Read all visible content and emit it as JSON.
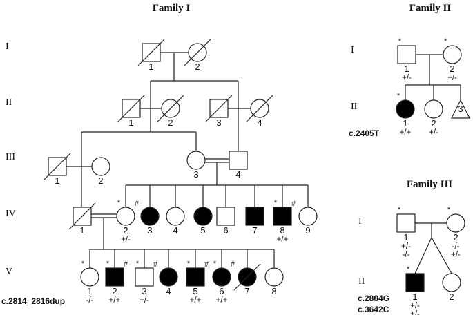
{
  "families": [
    {
      "title": "Family I",
      "generations": [
        "I",
        "II",
        "III",
        "IV",
        "V"
      ],
      "mutation": "c.2814_2816dup",
      "individuals": [
        {
          "gen": "I",
          "num": "1",
          "sex": "male",
          "affected": false,
          "deceased": true,
          "genotype": "",
          "genotype2": "",
          "sequenced": false,
          "hash": false
        },
        {
          "gen": "I",
          "num": "2",
          "sex": "female",
          "affected": false,
          "deceased": true,
          "genotype": "",
          "genotype2": "",
          "sequenced": false,
          "hash": false
        },
        {
          "gen": "II",
          "num": "1",
          "sex": "male",
          "affected": false,
          "deceased": true,
          "genotype": "",
          "genotype2": "",
          "sequenced": false,
          "hash": false
        },
        {
          "gen": "II",
          "num": "2",
          "sex": "female",
          "affected": false,
          "deceased": true,
          "genotype": "",
          "genotype2": "",
          "sequenced": false,
          "hash": false
        },
        {
          "gen": "II",
          "num": "3",
          "sex": "male",
          "affected": false,
          "deceased": true,
          "genotype": "",
          "genotype2": "",
          "sequenced": false,
          "hash": false
        },
        {
          "gen": "II",
          "num": "4",
          "sex": "female",
          "affected": false,
          "deceased": true,
          "genotype": "",
          "genotype2": "",
          "sequenced": false,
          "hash": false
        },
        {
          "gen": "III",
          "num": "1",
          "sex": "male",
          "affected": false,
          "deceased": true,
          "genotype": "",
          "genotype2": "",
          "sequenced": false,
          "hash": false
        },
        {
          "gen": "III",
          "num": "2",
          "sex": "female",
          "affected": false,
          "deceased": false,
          "genotype": "",
          "genotype2": "",
          "sequenced": false,
          "hash": false
        },
        {
          "gen": "III",
          "num": "3",
          "sex": "female",
          "affected": false,
          "deceased": false,
          "genotype": "",
          "genotype2": "",
          "sequenced": false,
          "hash": false
        },
        {
          "gen": "III",
          "num": "4",
          "sex": "male",
          "affected": false,
          "deceased": false,
          "genotype": "",
          "genotype2": "",
          "sequenced": false,
          "hash": false
        },
        {
          "gen": "IV",
          "num": "1",
          "sex": "male",
          "affected": false,
          "deceased": true,
          "genotype": "",
          "genotype2": "",
          "sequenced": false,
          "hash": false
        },
        {
          "gen": "IV",
          "num": "2",
          "sex": "female",
          "affected": false,
          "deceased": false,
          "genotype": "+/-",
          "genotype2": "",
          "sequenced": true,
          "hash": true
        },
        {
          "gen": "IV",
          "num": "3",
          "sex": "female",
          "affected": true,
          "deceased": false,
          "genotype": "",
          "genotype2": "",
          "sequenced": false,
          "hash": false
        },
        {
          "gen": "IV",
          "num": "4",
          "sex": "female",
          "affected": false,
          "deceased": false,
          "genotype": "",
          "genotype2": "",
          "sequenced": false,
          "hash": false
        },
        {
          "gen": "IV",
          "num": "5",
          "sex": "female",
          "affected": true,
          "deceased": false,
          "genotype": "",
          "genotype2": "",
          "sequenced": false,
          "hash": false
        },
        {
          "gen": "IV",
          "num": "6",
          "sex": "male",
          "affected": false,
          "deceased": false,
          "genotype": "",
          "genotype2": "",
          "sequenced": false,
          "hash": false
        },
        {
          "gen": "IV",
          "num": "7",
          "sex": "male",
          "affected": true,
          "deceased": false,
          "genotype": "",
          "genotype2": "",
          "sequenced": false,
          "hash": false
        },
        {
          "gen": "IV",
          "num": "8",
          "sex": "male",
          "affected": true,
          "deceased": false,
          "genotype": "+/+",
          "genotype2": "",
          "sequenced": true,
          "hash": true
        },
        {
          "gen": "IV",
          "num": "9",
          "sex": "female",
          "affected": false,
          "deceased": false,
          "genotype": "",
          "genotype2": "",
          "sequenced": false,
          "hash": false
        },
        {
          "gen": "V",
          "num": "1",
          "sex": "female",
          "affected": false,
          "deceased": false,
          "genotype": "-/-",
          "genotype2": "",
          "sequenced": true,
          "hash": false
        },
        {
          "gen": "V",
          "num": "2",
          "sex": "male",
          "affected": true,
          "deceased": false,
          "genotype": "+/+",
          "genotype2": "",
          "sequenced": true,
          "hash": true
        },
        {
          "gen": "V",
          "num": "3",
          "sex": "male",
          "affected": false,
          "deceased": false,
          "genotype": "+/-",
          "genotype2": "",
          "sequenced": true,
          "hash": true
        },
        {
          "gen": "V",
          "num": "4",
          "sex": "female",
          "affected": true,
          "deceased": false,
          "genotype": "",
          "genotype2": "",
          "sequenced": false,
          "hash": false
        },
        {
          "gen": "V",
          "num": "5",
          "sex": "male",
          "affected": true,
          "deceased": false,
          "genotype": "+/+",
          "genotype2": "",
          "sequenced": true,
          "hash": true
        },
        {
          "gen": "V",
          "num": "6",
          "sex": "female",
          "affected": true,
          "deceased": false,
          "genotype": "+/+",
          "genotype2": "",
          "sequenced": true,
          "hash": true
        },
        {
          "gen": "V",
          "num": "7",
          "sex": "female",
          "affected": true,
          "deceased": true,
          "genotype": "",
          "genotype2": "",
          "sequenced": false,
          "hash": false
        },
        {
          "gen": "V",
          "num": "8",
          "sex": "female",
          "affected": false,
          "deceased": false,
          "genotype": "",
          "genotype2": "",
          "sequenced": false,
          "hash": false
        }
      ]
    },
    {
      "title": "Family II",
      "generations": [
        "I",
        "II"
      ],
      "mutation": "c.2405T",
      "individuals": [
        {
          "gen": "I",
          "num": "1",
          "sex": "male",
          "affected": false,
          "deceased": false,
          "genotype": "+/-",
          "genotype2": "",
          "sequenced": true,
          "hash": false
        },
        {
          "gen": "I",
          "num": "2",
          "sex": "female",
          "affected": false,
          "deceased": false,
          "genotype": "+/-",
          "genotype2": "",
          "sequenced": true,
          "hash": false
        },
        {
          "gen": "II",
          "num": "1",
          "sex": "female",
          "affected": true,
          "deceased": false,
          "genotype": "+/+",
          "genotype2": "",
          "sequenced": true,
          "hash": false
        },
        {
          "gen": "II",
          "num": "2",
          "sex": "female",
          "affected": false,
          "deceased": false,
          "genotype": "+/-",
          "genotype2": "",
          "sequenced": false,
          "hash": false
        },
        {
          "gen": "II",
          "num": "3",
          "sex": "unknown",
          "affected": false,
          "deceased": false,
          "genotype": "",
          "genotype2": "",
          "sequenced": false,
          "hash": false
        }
      ]
    },
    {
      "title": "Family III",
      "generations": [
        "I",
        "II"
      ],
      "mutation": "c.2884G",
      "mutation2": "c.3642C",
      "individuals": [
        {
          "gen": "I",
          "num": "1",
          "sex": "male",
          "affected": false,
          "deceased": false,
          "genotype": "+/-",
          "genotype2": "-/-",
          "sequenced": true,
          "hash": false
        },
        {
          "gen": "I",
          "num": "2",
          "sex": "female",
          "affected": false,
          "deceased": false,
          "genotype": "-/-",
          "genotype2": "+/-",
          "sequenced": true,
          "hash": false
        },
        {
          "gen": "II",
          "num": "1",
          "sex": "male",
          "affected": true,
          "deceased": false,
          "genotype": "+/-",
          "genotype2": "+/-",
          "sequenced": true,
          "hash": false
        },
        {
          "gen": "II",
          "num": "2",
          "sex": "female",
          "affected": false,
          "deceased": false,
          "genotype": "",
          "genotype2": "",
          "sequenced": false,
          "hash": false
        }
      ]
    }
  ],
  "markers": {
    "sequenced": "*",
    "hash": "#"
  }
}
